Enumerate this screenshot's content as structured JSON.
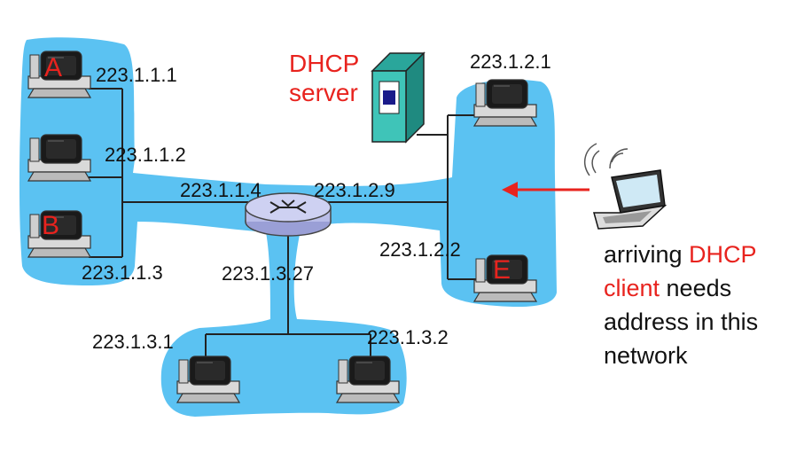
{
  "colors": {
    "network_fill": "#5bc2f2",
    "accent_red": "#e8231e",
    "server_teal": "#3fc4b8",
    "router": "#b9bde8"
  },
  "icons": {
    "router": "router-icon",
    "server": "dhcp-server-icon",
    "desktop": "desktop-computer-icon",
    "laptop": "wireless-laptop-icon",
    "arrow": "arrow-left-icon"
  },
  "server": {
    "line1": "DHCP",
    "line2": "server"
  },
  "hosts": {
    "a": "A",
    "b": "B",
    "e": "E"
  },
  "addresses": {
    "a": "223.1.1.1",
    "h2": "223.1.1.2",
    "b": "223.1.1.3",
    "router_if1": "223.1.1.4",
    "router_if2": "223.1.2.9",
    "router_if3": "223.1.3.27",
    "top_right": "223.1.2.1",
    "e": "223.1.2.2",
    "bottom_left": "223.1.3.1",
    "bottom_right": "223.1.3.2"
  },
  "caption": {
    "w1": "arriving ",
    "w2": "DHCP",
    "w3": "client",
    "w4": " needs",
    "line2": "address in this",
    "line3": "network"
  }
}
